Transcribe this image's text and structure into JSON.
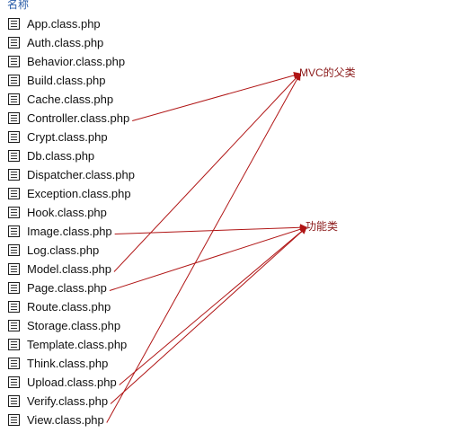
{
  "header": {
    "column_name": "名称"
  },
  "files": [
    {
      "name": "App.class.php",
      "icon": "php-file-icon"
    },
    {
      "name": "Auth.class.php",
      "icon": "php-file-icon"
    },
    {
      "name": "Behavior.class.php",
      "icon": "php-file-icon"
    },
    {
      "name": "Build.class.php",
      "icon": "php-file-icon"
    },
    {
      "name": "Cache.class.php",
      "icon": "php-file-icon"
    },
    {
      "name": "Controller.class.php",
      "icon": "php-file-icon"
    },
    {
      "name": "Crypt.class.php",
      "icon": "php-file-icon"
    },
    {
      "name": "Db.class.php",
      "icon": "php-file-icon"
    },
    {
      "name": "Dispatcher.class.php",
      "icon": "php-file-icon"
    },
    {
      "name": "Exception.class.php",
      "icon": "php-file-icon"
    },
    {
      "name": "Hook.class.php",
      "icon": "php-file-icon"
    },
    {
      "name": "Image.class.php",
      "icon": "php-file-icon"
    },
    {
      "name": "Log.class.php",
      "icon": "php-file-icon"
    },
    {
      "name": "Model.class.php",
      "icon": "php-file-icon"
    },
    {
      "name": "Page.class.php",
      "icon": "php-file-icon"
    },
    {
      "name": "Route.class.php",
      "icon": "php-file-icon"
    },
    {
      "name": "Storage.class.php",
      "icon": "php-file-icon"
    },
    {
      "name": "Template.class.php",
      "icon": "php-file-icon"
    },
    {
      "name": "Think.class.php",
      "icon": "php-file-icon"
    },
    {
      "name": "Upload.class.php",
      "icon": "php-file-icon"
    },
    {
      "name": "Verify.class.php",
      "icon": "php-file-icon"
    },
    {
      "name": "View.class.php",
      "icon": "php-file-icon"
    }
  ],
  "annotations": {
    "mvc_parent": "MVC的父类",
    "utility": "功能类"
  },
  "arrow_links": {
    "mvc_parent": [
      "Controller.class.php",
      "Model.class.php",
      "View.class.php"
    ],
    "utility": [
      "Image.class.php",
      "Page.class.php",
      "Upload.class.php",
      "Verify.class.php"
    ]
  },
  "colors": {
    "arrow": "#b01515",
    "annotation_text": "#8b1a1a",
    "header_text": "#2a5da8"
  }
}
